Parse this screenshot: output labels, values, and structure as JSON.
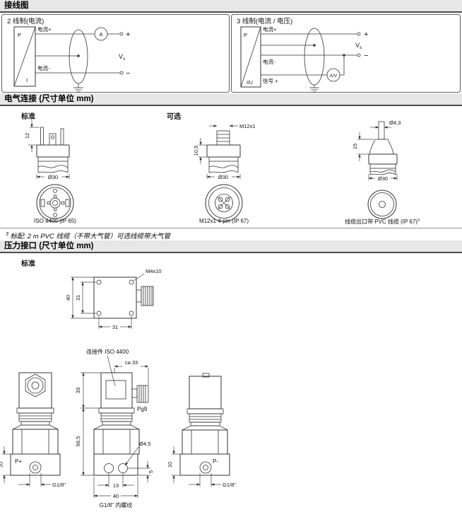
{
  "wiring": {
    "section_title": "接线图",
    "two_wire": {
      "title": "2 线制(电流)",
      "p": "P",
      "i": "I",
      "current_plus": "电流+",
      "current_minus": "电流-",
      "meter": "A",
      "plus": "+",
      "minus": "−",
      "vs": "V",
      "vs_sub": "s"
    },
    "three_wire": {
      "title": "3 线制(电流 / 电压)",
      "p": "P",
      "iu": "I/U",
      "current_plus": "电流+",
      "current_minus": "电流-",
      "signal_plus": "信号 +",
      "meter": "A/V",
      "plus": "+",
      "minus": "−",
      "vs": "V",
      "vs_sub": "s"
    }
  },
  "electrical": {
    "section_title": "电气连接 (尺寸单位 mm)",
    "standard_label": "标准",
    "optional_label": "可选",
    "iso_plug": {
      "dim_height": "12",
      "dim_dia": "Ø30",
      "caption": "ISO 4400 (IP 65)"
    },
    "m12_plug": {
      "thread": "M12x1",
      "dim_height": "10,5",
      "dim_dia": "Ø30",
      "caption": "M12x1 4-pin (IP 67)"
    },
    "cable_plug": {
      "cable_dia": "Ø4,3",
      "dim_height": "15",
      "dim_dia": "Ø30",
      "caption": "线缆出口带 PVC 线缆 (IP 67)",
      "caption_sup": "3"
    },
    "footnote_sup": "3",
    "footnote_text": " 标配: 2 m PVC 线缆（不带大气管）可选线缆带大气管"
  },
  "pressure": {
    "section_title": "压力接口 (尺寸单位 mm)",
    "standard_label": "标准",
    "top_view": {
      "screw": "M4x10",
      "dim_outer": "40",
      "dim_inner_v": "31",
      "dim_inner_h": "31"
    },
    "front_view": {
      "port": "P+",
      "dim": "10",
      "thread": "G1/8\""
    },
    "side_view": {
      "connector": "连接件 ISO 4400",
      "dim_depth": "ca.33",
      "dim_connector": "33",
      "dim_body": "56,5",
      "gland": "Pg9",
      "hole_dia": "Ø4,5",
      "dim_hole_offset": "5",
      "dim_hole_spacing": "13",
      "dim_width": "40",
      "caption": "G1/8\" 内螺纹"
    },
    "back_view": {
      "port": "P-",
      "dim": "10",
      "thread": "G1/8\""
    }
  }
}
